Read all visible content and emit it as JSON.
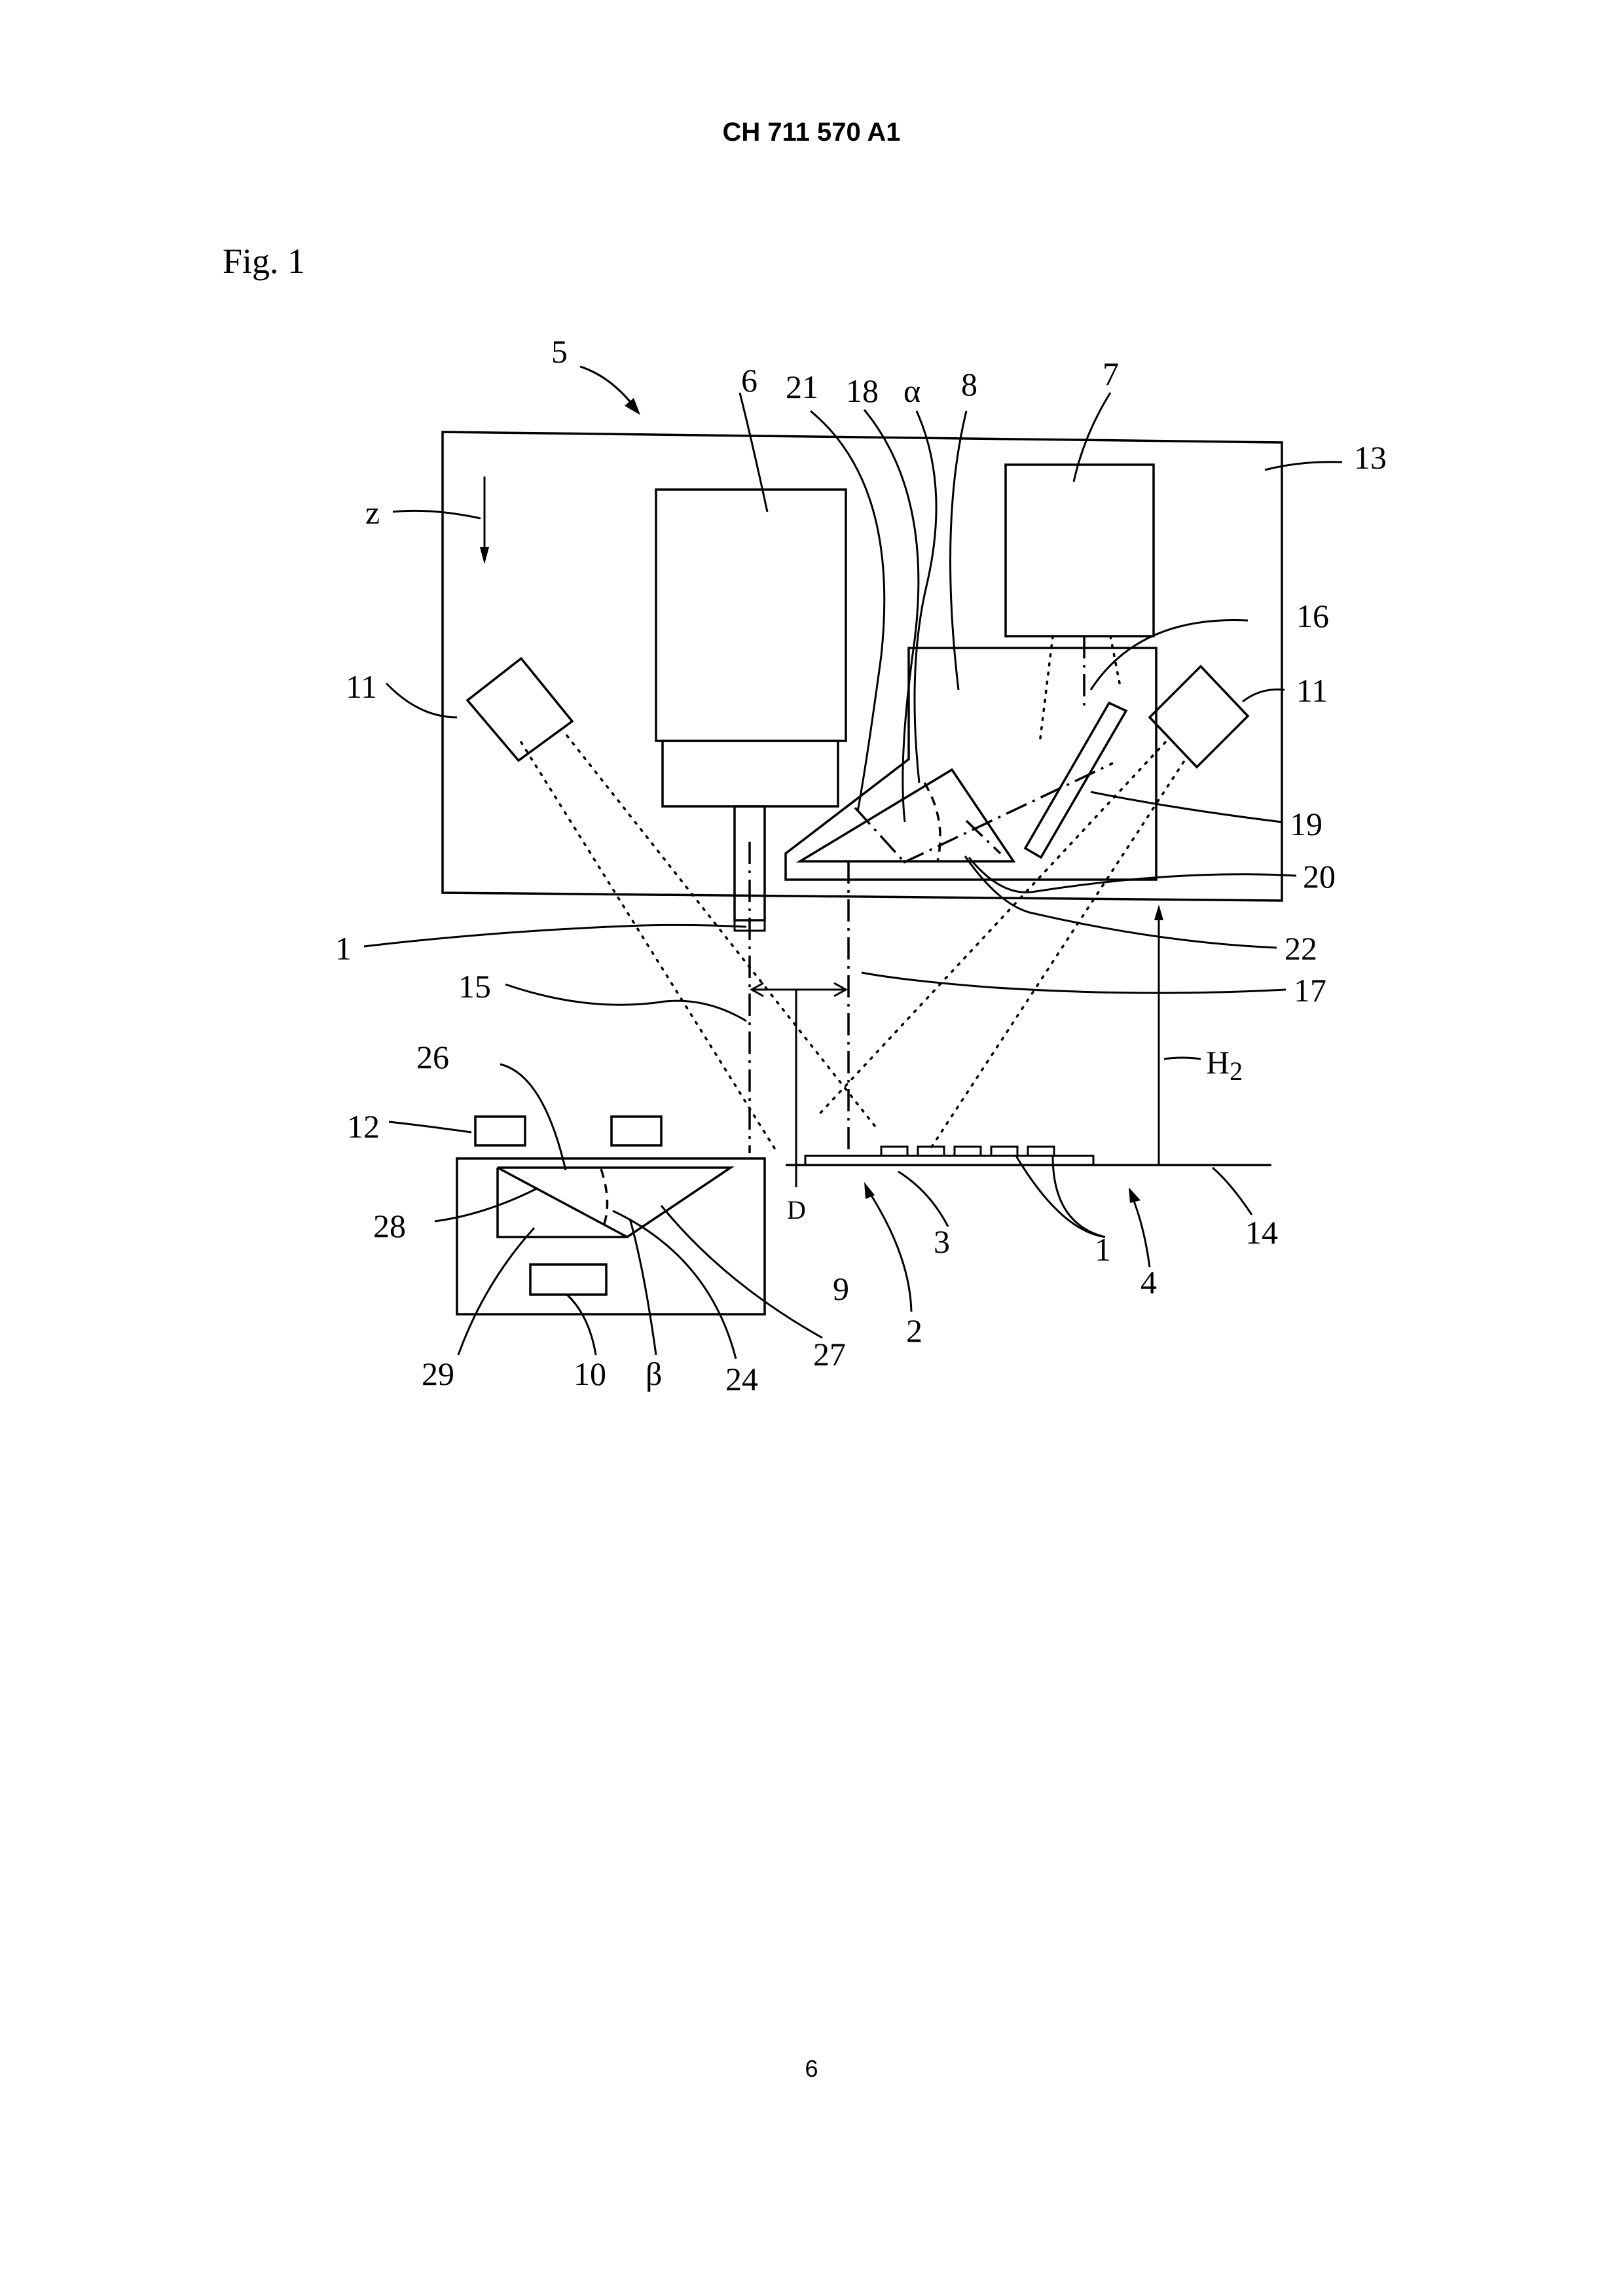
{
  "header": {
    "doc_id": "CH 711 570 A1"
  },
  "figure": {
    "title": "Fig. 1"
  },
  "labels": {
    "l1_nozzle": "1",
    "l1_parts": "1",
    "l2": "2",
    "l3": "3",
    "l4": "4",
    "l5": "5",
    "l6": "6",
    "l7": "7",
    "l8": "8",
    "l9": "9",
    "l10": "10",
    "l11_left": "11",
    "l11_right": "11",
    "l12": "12",
    "l13": "13",
    "l14": "14",
    "l15": "15",
    "l16": "16",
    "l17": "17",
    "l18": "18",
    "l19": "19",
    "l20": "20",
    "l21": "21",
    "l22": "22",
    "l24": "24",
    "l26": "26",
    "l27": "27",
    "l28": "28",
    "l29": "29",
    "alpha": "α",
    "beta": "β",
    "z": "z",
    "d": "D",
    "h2": "H",
    "h2_sub": "2"
  },
  "page": {
    "number": "6"
  }
}
